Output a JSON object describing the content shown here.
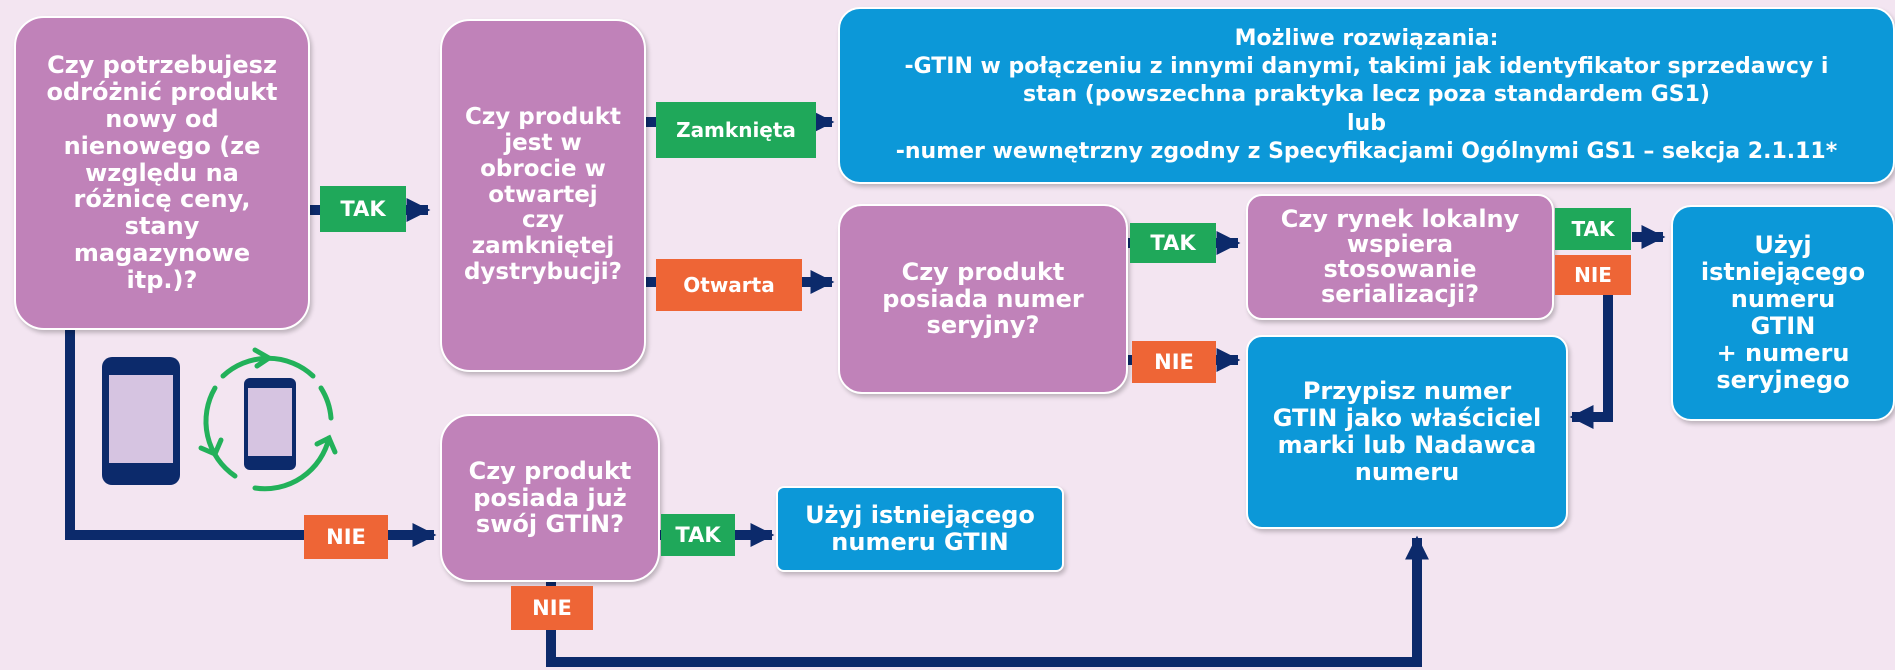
{
  "colors": {
    "background": "#f3e5f1",
    "question_box": "#c082b9",
    "answer_box": "#0c98d8",
    "yes_label": "#1fa85a",
    "no_label": "#ee6536",
    "connector": "#0c2a6b"
  },
  "icons": [
    "smartphone-icon",
    "refresh-cycle-icon",
    "smartphone-icon"
  ],
  "nodes": {
    "q_distinguish": "Czy potrzebujesz\nodróżnić produkt\nnowy od\nnienowego (ze\nwzględu na\nróżnicę ceny,\nstany\nmagazynowe\nitp.)?",
    "q_distribution": "Czy produkt\njest w\nobrocie w\notwartej\nczy\nzamkniętej\ndystrybucji?",
    "q_has_gtin": "Czy produkt\nposiada już\nswój GTIN?",
    "a_use_existing_gtin": "Użyj istniejącego\nnumeru GTIN",
    "a_possible_solutions": "Możliwe rozwiązania:\n-GTIN w połączeniu z innymi danymi, takimi jak identyfikator sprzedawcy i\nstan (powszechna praktyka lecz poza standardem GS1)\nlub\n-numer wewnętrzny zgodny z Specyfikacjami Ogólnymi GS1 – sekcja 2.1.11*",
    "q_serial": "Czy produkt\nposiada numer\nseryjny?",
    "q_local_market": "Czy rynek lokalny\nwspiera\nstosowanie\nserializacji?",
    "a_use_gtin_serial": "Użyj\nistniejącego\nnumeru\nGTIN\n+ numeru\nseryjnego",
    "a_assign_gtin": "Przypisz numer\nGTIN jako właściciel\nmarki lub Nadawca\nnumeru"
  },
  "labels": {
    "tak_1": "TAK",
    "nie_1": "NIE",
    "zamknieta": "Zamknięta",
    "otwarta": "Otwarta",
    "tak_2": "TAK",
    "nie_2": "NIE",
    "tak_3": "TAK",
    "nie_3": "NIE",
    "tak_4": "TAK",
    "nie_4": "NIE"
  }
}
